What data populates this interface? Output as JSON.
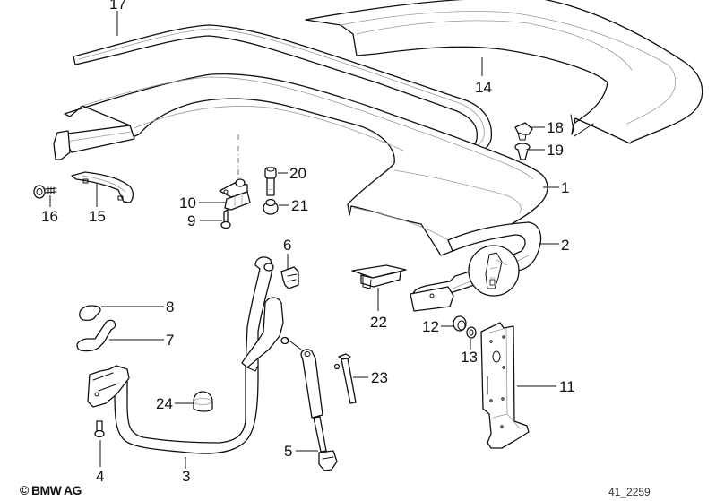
{
  "diagram": {
    "title": "BMW convertible top compartment lid / cover – exploded parts diagram",
    "colors": {
      "line": "#111111",
      "detail_line": "#9a9a9a",
      "background": "#ffffff"
    },
    "parts": [
      {
        "number": "1",
        "part": "top-compartment-lid"
      },
      {
        "number": "2",
        "part": "trim-panel-with-detail-circle"
      },
      {
        "number": "3",
        "part": "hinge-bow"
      },
      {
        "number": "4",
        "part": "bolt"
      },
      {
        "number": "5",
        "part": "gas-strut"
      },
      {
        "number": "6",
        "part": "clip"
      },
      {
        "number": "7",
        "part": "shim-double"
      },
      {
        "number": "8",
        "part": "shim-single"
      },
      {
        "number": "9",
        "part": "screw"
      },
      {
        "number": "10",
        "part": "lock-bracket"
      },
      {
        "number": "11",
        "part": "support-bracket"
      },
      {
        "number": "12",
        "part": "grommet"
      },
      {
        "number": "13",
        "part": "washer"
      },
      {
        "number": "14",
        "part": "cover-panel"
      },
      {
        "number": "15",
        "part": "handle-trim"
      },
      {
        "number": "16",
        "part": "screw-with-cap"
      },
      {
        "number": "17",
        "part": "seal-strip"
      },
      {
        "number": "18",
        "part": "clip-nut"
      },
      {
        "number": "19",
        "part": "expanding-rivet"
      },
      {
        "number": "20",
        "part": "bolt-long"
      },
      {
        "number": "21",
        "part": "nut-with-collar"
      },
      {
        "number": "22",
        "part": "cap"
      },
      {
        "number": "23",
        "part": "rod-with-pin"
      },
      {
        "number": "24",
        "part": "rubber-buffer"
      }
    ],
    "footer": {
      "copyright": "© BMW AG",
      "drawing_code": "41_2259"
    }
  }
}
